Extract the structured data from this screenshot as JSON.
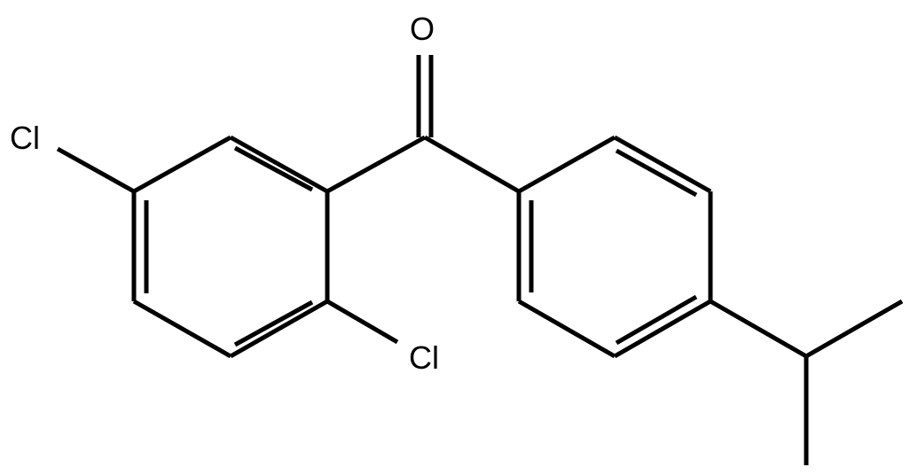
{
  "atoms": {
    "oxygen": "O",
    "chlorine_meta": "Cl",
    "chlorine_ortho": "Cl"
  },
  "colors": {
    "bond": "#000000",
    "label": "#000000",
    "background": "#ffffff"
  }
}
